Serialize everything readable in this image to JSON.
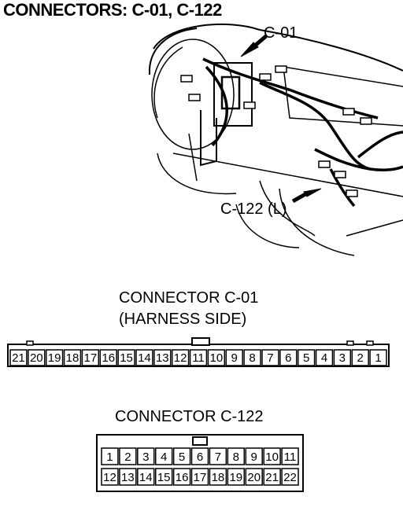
{
  "title": "CONNECTORS: C-01, C-122",
  "illustration": {
    "callout_c01": "C-01",
    "callout_c122": "C-122 (L)"
  },
  "connector_c01": {
    "title": "CONNECTOR C-01",
    "subtitle": "(HARNESS SIDE)",
    "pins": [
      "21",
      "20",
      "19",
      "18",
      "17",
      "16",
      "15",
      "14",
      "13",
      "12",
      "11",
      "10",
      "9",
      "8",
      "7",
      "6",
      "5",
      "4",
      "3",
      "2",
      "1"
    ]
  },
  "connector_c122": {
    "title": "CONNECTOR C-122",
    "row_top": [
      "1",
      "2",
      "3",
      "4",
      "5",
      "6",
      "7",
      "8",
      "9",
      "10",
      "11"
    ],
    "row_bottom": [
      "12",
      "13",
      "14",
      "15",
      "16",
      "17",
      "18",
      "19",
      "20",
      "21",
      "22"
    ]
  }
}
